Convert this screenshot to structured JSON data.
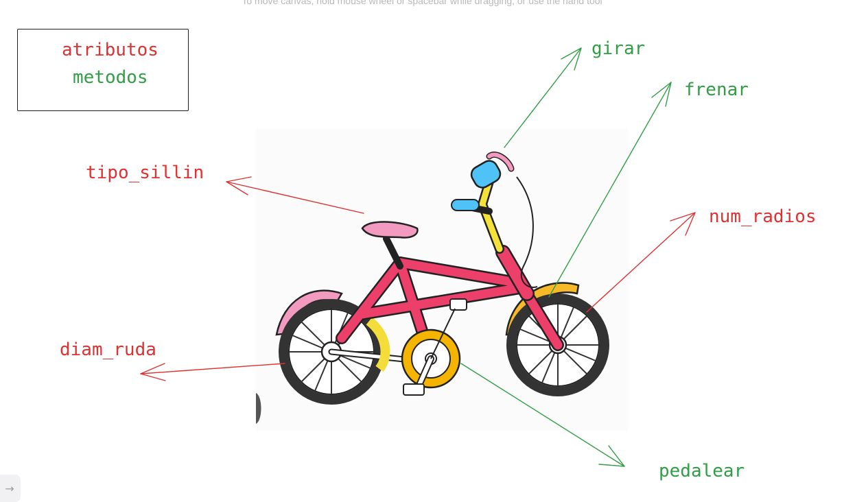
{
  "canvas": {
    "hint": "To move canvas, hold mouse wheel or spacebar while dragging, or use the hand tool"
  },
  "legend": {
    "attributes_label": "atributos",
    "methods_label": "metodos"
  },
  "annotations": {
    "girar": "girar",
    "frenar": "frenar",
    "tipo_sillin": "tipo_sillin",
    "num_radios": "num_radios",
    "diam_ruda": "diam_ruda",
    "pedalear": "pedalear"
  },
  "colors": {
    "attribute": "#e03131",
    "method": "#2f9e44",
    "stroke": "#1e1e1e"
  },
  "icons": {
    "nav": "arrow-right-icon"
  },
  "nav_glyph": "→"
}
